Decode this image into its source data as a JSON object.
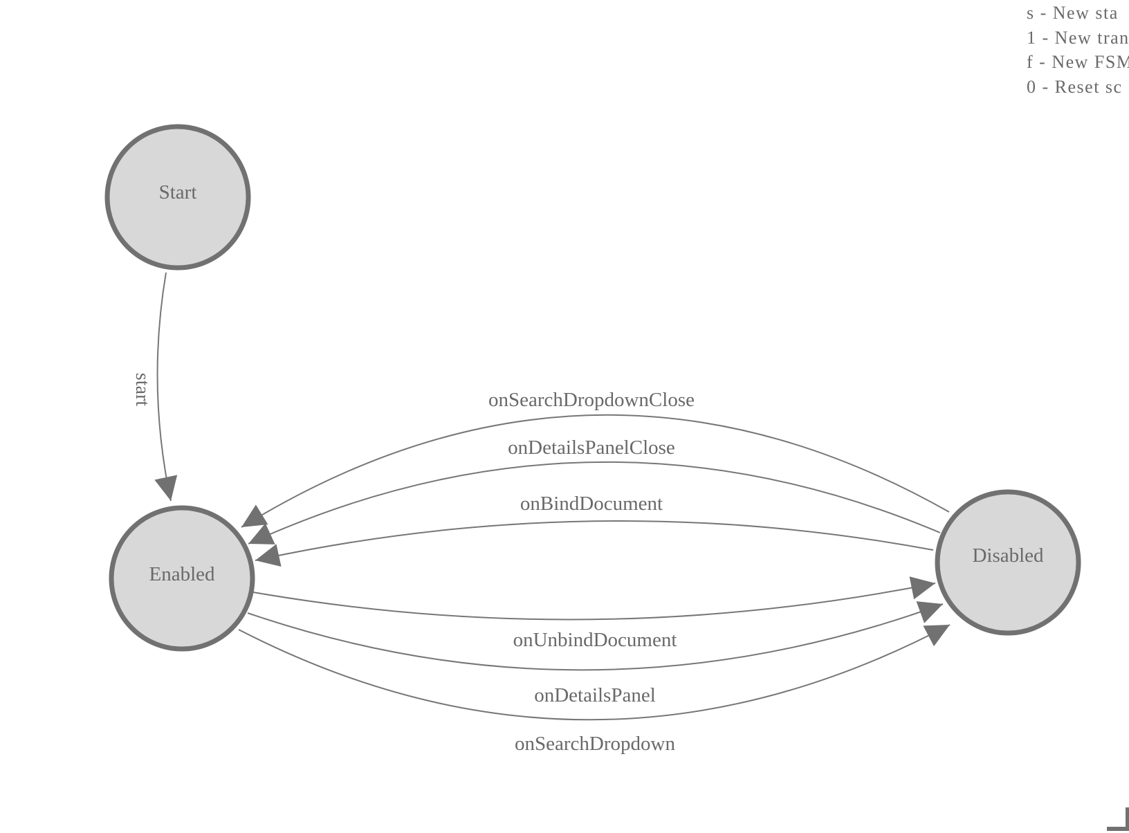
{
  "legend": {
    "shortcut_lines": [
      "s - New sta",
      "1 - New tran",
      "f - New FSM",
      "0 - Reset sc"
    ]
  },
  "fsm": {
    "states": [
      {
        "id": "start",
        "label": "Start"
      },
      {
        "id": "enabled",
        "label": "Enabled"
      },
      {
        "id": "disabled",
        "label": "Disabled"
      }
    ],
    "transitions": [
      {
        "label": "start",
        "from": "Start",
        "to": "Enabled"
      },
      {
        "label": "onSearchDropdownClose",
        "from": "Disabled",
        "to": "Enabled"
      },
      {
        "label": "onDetailsPanelClose",
        "from": "Disabled",
        "to": "Enabled"
      },
      {
        "label": "onBindDocument",
        "from": "Disabled",
        "to": "Enabled"
      },
      {
        "label": "onUnbindDocument",
        "from": "Enabled",
        "to": "Disabled"
      },
      {
        "label": "onDetailsPanel",
        "from": "Enabled",
        "to": "Disabled"
      },
      {
        "label": "onSearchDropdown",
        "from": "Enabled",
        "to": "Disabled"
      }
    ]
  },
  "colors": {
    "background": "#ffffff",
    "node_fill": "#d8d8d8",
    "node_stroke": "#717171",
    "edge_stroke": "#767676",
    "arrow_fill": "#717171",
    "text": "#696969"
  }
}
